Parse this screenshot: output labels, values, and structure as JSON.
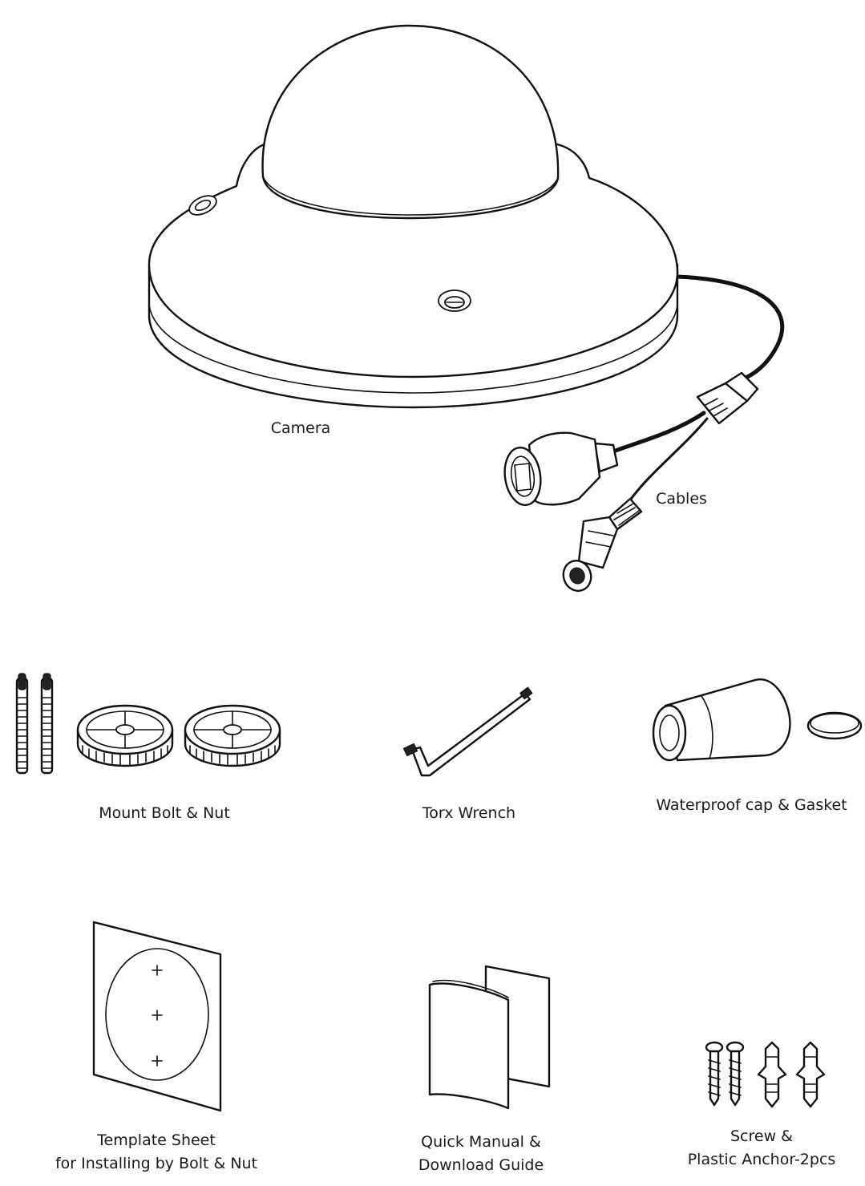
{
  "items": {
    "camera": "Camera",
    "cables": "Cables",
    "mount_bolt_nut": "Mount Bolt & Nut",
    "torx_wrench": "Torx Wrench",
    "waterproof_cap": "Waterproof cap & Gasket",
    "template_sheet_line1": "Template Sheet",
    "template_sheet_line2": "for Installing by Bolt & Nut",
    "quick_manual_line1": "Quick Manual &",
    "quick_manual_line2": "Download Guide",
    "screw_line1": "Screw &",
    "screw_line2": "Plastic Anchor-2pcs"
  },
  "icons": [
    "dome-camera-icon",
    "cable-connector-icon",
    "bolt-icon",
    "nut-icon",
    "torx-wrench-icon",
    "waterproof-cap-icon",
    "gasket-icon",
    "template-sheet-icon",
    "manual-icon",
    "screw-icon",
    "anchor-icon"
  ],
  "colors": {
    "line": "#111111",
    "background": "#ffffff"
  }
}
